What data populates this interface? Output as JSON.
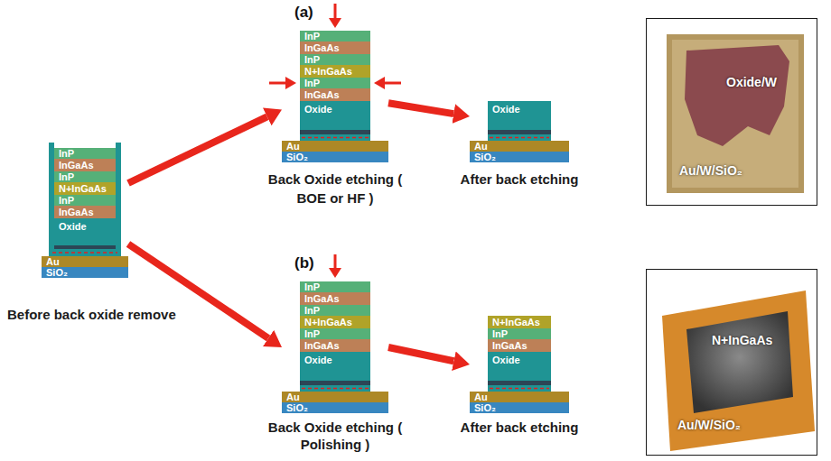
{
  "diagram": {
    "nodes": [
      {
        "text": [
          "Before back oxide remove"
        ]
      },
      {
        "text": [
          "InP"
        ],
        "in": 0
      },
      {
        "text": [
          "InGaAs"
        ],
        "in": 0
      },
      {
        "text": [
          "InP"
        ],
        "in": 0
      },
      {
        "text": [
          "N+InGaAs"
        ],
        "in": 0
      },
      {
        "text": [
          "InP"
        ],
        "in": 0
      },
      {
        "text": [
          "InGaAs"
        ],
        "in": 0
      },
      {
        "text": [
          "Oxide"
        ],
        "in": 0
      },
      {
        "text": [
          "Au"
        ],
        "in": 0
      },
      {
        "text": [
          "SiO₂"
        ],
        "in": 0
      },
      {
        "text": [
          "Back Oxide etching ( BOE or HF )"
        ]
      },
      {
        "text": [
          "InP"
        ],
        "in": 10
      },
      {
        "text": [
          "InGaAs"
        ],
        "in": 10
      },
      {
        "text": [
          "InP"
        ],
        "in": 10
      },
      {
        "text": [
          "N+InGaAs"
        ],
        "in": 10
      },
      {
        "text": [
          "InP"
        ],
        "in": 10
      },
      {
        "text": [
          "InGaAs"
        ],
        "in": 10
      },
      {
        "text": [
          "Oxide"
        ],
        "in": 10
      },
      {
        "text": [
          "Au"
        ],
        "in": 10
      },
      {
        "text": [
          "SiO₂"
        ],
        "in": 10
      },
      {
        "text": [
          "After back etching"
        ]
      },
      {
        "text": [
          "Oxide"
        ],
        "in": 20
      },
      {
        "text": [
          "Au"
        ],
        "in": 20
      },
      {
        "text": [
          "SiO₂"
        ],
        "in": 20
      },
      {
        "text": [
          "Oxide/W",
          "Au/W/SiO₂"
        ]
      },
      {
        "text": [
          "Back Oxide etching ( Polishing )"
        ]
      },
      {
        "text": [
          "InP"
        ],
        "in": 25
      },
      {
        "text": [
          "InGaAs"
        ],
        "in": 25
      },
      {
        "text": [
          "InP"
        ],
        "in": 25
      },
      {
        "text": [
          "N+InGaAs"
        ],
        "in": 25
      },
      {
        "text": [
          "InP"
        ],
        "in": 25
      },
      {
        "text": [
          "InGaAs"
        ],
        "in": 25
      },
      {
        "text": [
          "Oxide"
        ],
        "in": 25
      },
      {
        "text": [
          "Au"
        ],
        "in": 25
      },
      {
        "text": [
          "SiO₂"
        ],
        "in": 25
      },
      {
        "text": [
          "After back etching"
        ]
      },
      {
        "text": [
          "N+InGaAs"
        ],
        "in": 35
      },
      {
        "text": [
          "InP"
        ],
        "in": 35
      },
      {
        "text": [
          "InGaAs"
        ],
        "in": 35
      },
      {
        "text": [
          "Oxide"
        ],
        "in": 35
      },
      {
        "text": [
          "Au"
        ],
        "in": 35
      },
      {
        "text": [
          "SiO₂"
        ],
        "in": 35
      },
      {
        "text": [
          "N+InGaAs",
          "Au/W/SiO₂"
        ]
      }
    ],
    "edges": [
      {
        "from": 0,
        "to": 10,
        "arrow": "to"
      },
      {
        "from": 0,
        "to": 25,
        "arrow": "to"
      },
      {
        "from": 10,
        "to": 20,
        "arrow": "to"
      },
      {
        "from": 25,
        "to": 35,
        "arrow": "to"
      }
    ],
    "labels": [
      "(a)",
      "(b)"
    ]
  }
}
